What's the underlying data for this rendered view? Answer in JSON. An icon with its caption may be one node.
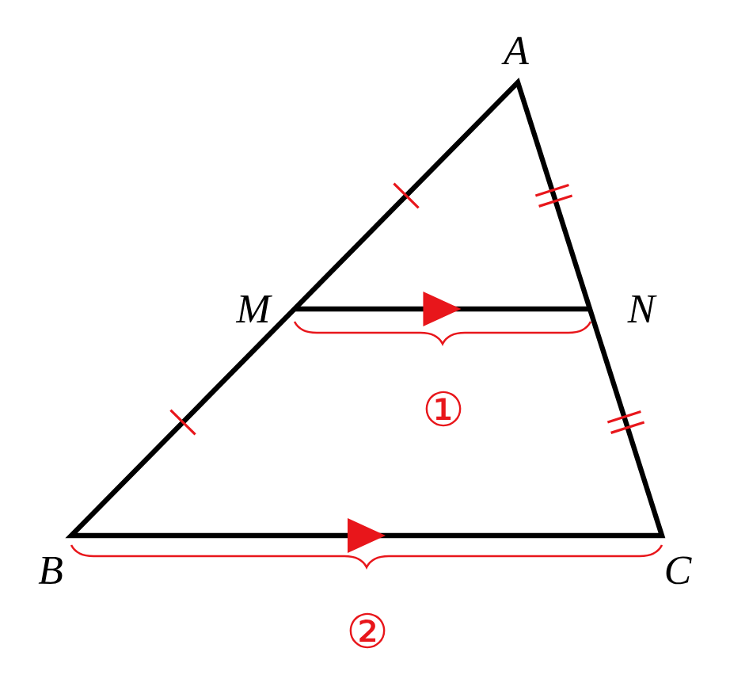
{
  "diagram": {
    "labels": [
      "A",
      "M",
      "N",
      "B",
      "C",
      "①",
      "②"
    ]
  }
}
